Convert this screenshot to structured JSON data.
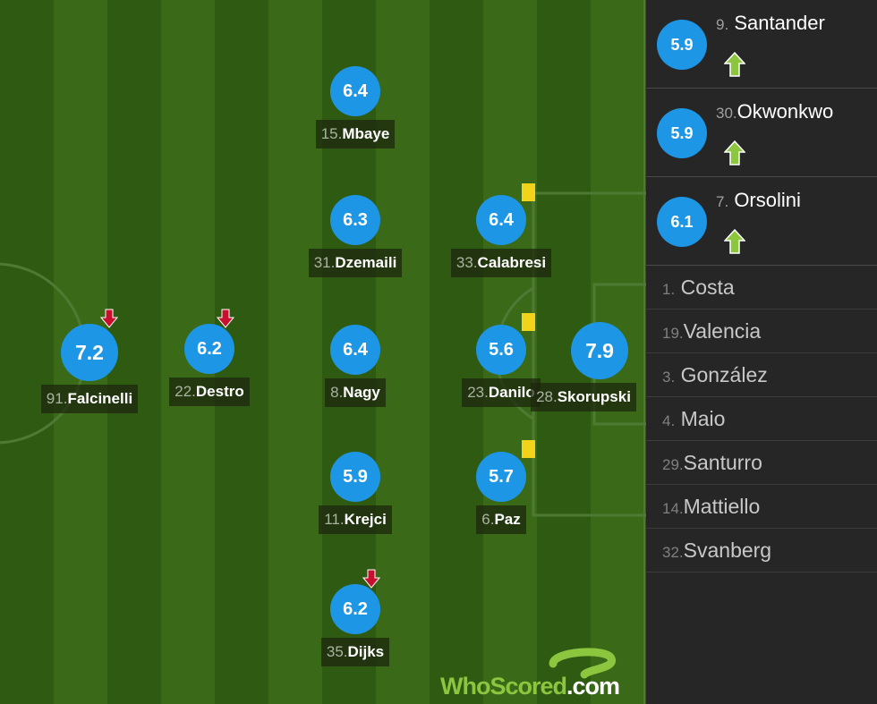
{
  "colors": {
    "rating_bubble": "#1e96e6",
    "yellow_card": "#f3d21a",
    "sub_off_arrow": "#c8102e",
    "sub_on_arrow": "#8cc63f",
    "pitch_dark": "#2f5a12",
    "pitch_light": "#3a6a18"
  },
  "pitch_players": [
    {
      "id": "falcinelli",
      "number": "91.",
      "name": "Falcinelli",
      "rating": "7.2",
      "big": true,
      "sub_off": true,
      "yellow_card": false
    },
    {
      "id": "destro",
      "number": "22.",
      "name": "Destro",
      "rating": "6.2",
      "big": false,
      "sub_off": true,
      "yellow_card": false
    },
    {
      "id": "mbaye",
      "number": "15.",
      "name": "Mbaye",
      "rating": "6.4",
      "big": false,
      "sub_off": false,
      "yellow_card": false
    },
    {
      "id": "dzemaili",
      "number": "31.",
      "name": "Dzemaili",
      "rating": "6.3",
      "big": false,
      "sub_off": false,
      "yellow_card": false
    },
    {
      "id": "nagy",
      "number": "8.",
      "name": "Nagy",
      "rating": "6.4",
      "big": false,
      "sub_off": false,
      "yellow_card": false
    },
    {
      "id": "krejci",
      "number": "11.",
      "name": "Krejci",
      "rating": "5.9",
      "big": false,
      "sub_off": false,
      "yellow_card": false
    },
    {
      "id": "dijks",
      "number": "35.",
      "name": "Dijks",
      "rating": "6.2",
      "big": false,
      "sub_off": true,
      "yellow_card": false
    },
    {
      "id": "calabresi",
      "number": "33.",
      "name": "Calabresi",
      "rating": "6.4",
      "big": false,
      "sub_off": false,
      "yellow_card": true
    },
    {
      "id": "danilo",
      "number": "23.",
      "name": "Danilo",
      "rating": "5.6",
      "big": false,
      "sub_off": false,
      "yellow_card": true
    },
    {
      "id": "paz",
      "number": "6.",
      "name": "Paz",
      "rating": "5.7",
      "big": false,
      "sub_off": false,
      "yellow_card": true
    },
    {
      "id": "skorupski",
      "number": "28.",
      "name": "Skorupski",
      "rating": "7.9",
      "big": true,
      "sub_off": false,
      "yellow_card": false
    }
  ],
  "substitutes_used": [
    {
      "number": "9.",
      "name": "Santander",
      "rating": "5.9",
      "sub_on": true
    },
    {
      "number": "30.",
      "name": "Okwonkwo",
      "rating": "5.9",
      "sub_on": true
    },
    {
      "number": "7.",
      "name": "Orsolini",
      "rating": "6.1",
      "sub_on": true
    }
  ],
  "bench": [
    {
      "number": "1.",
      "name": "Costa"
    },
    {
      "number": "19.",
      "name": "Valencia"
    },
    {
      "number": "3.",
      "name": "González"
    },
    {
      "number": "4.",
      "name": "Maio"
    },
    {
      "number": "29.",
      "name": "Santurro"
    },
    {
      "number": "14.",
      "name": "Mattiello"
    },
    {
      "number": "32.",
      "name": "Svanberg"
    }
  ],
  "logo": {
    "part1": "Who",
    "part2": "Scored",
    "part3": ".com"
  }
}
